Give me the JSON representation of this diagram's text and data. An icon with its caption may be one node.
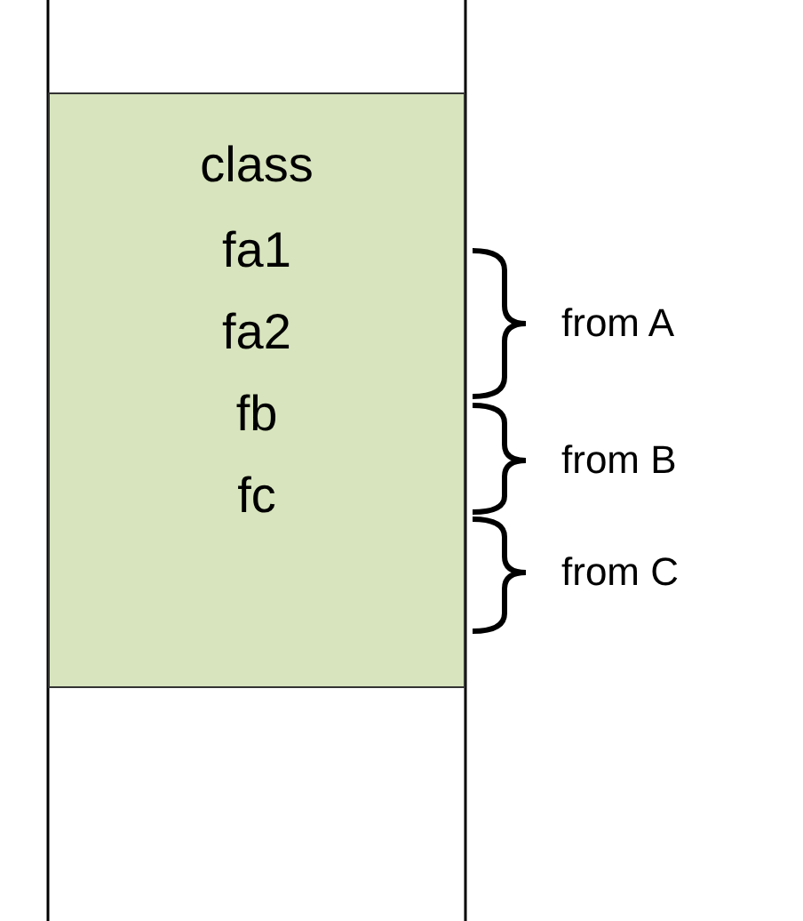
{
  "diagram": {
    "nodes": [
      {
        "text": [
          "class",
          "fa1",
          "fa2",
          "fb",
          "fc"
        ]
      }
    ],
    "edges": [],
    "labels": [
      "from A",
      "from B",
      "from C"
    ]
  }
}
